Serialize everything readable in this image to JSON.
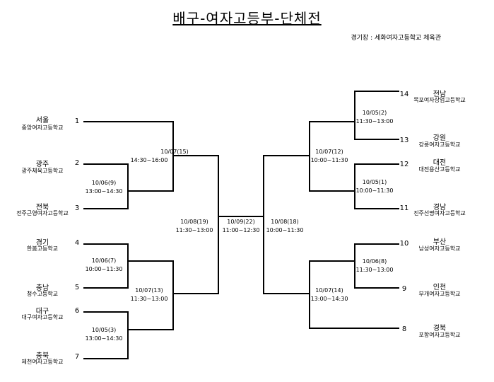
{
  "title": "배구-여자고등부-단체전",
  "venue": "경기장 : 세화여자고등학교 체육관",
  "left_teams": [
    {
      "seed": "1",
      "name": "서울",
      "school": "중앙여자고등학교"
    },
    {
      "seed": "2",
      "name": "광주",
      "school": "광주체육고등학교"
    },
    {
      "seed": "3",
      "name": "전북",
      "school": "전주근영여자고등학교"
    },
    {
      "seed": "4",
      "name": "경기",
      "school": "한봄고등학교"
    },
    {
      "seed": "5",
      "name": "충남",
      "school": "청수고등학교"
    },
    {
      "seed": "6",
      "name": "대구",
      "school": "대구여자고등학교"
    },
    {
      "seed": "7",
      "name": "충북",
      "school": "제천여자고등학교"
    }
  ],
  "right_teams": [
    {
      "seed": "14",
      "name": "전남",
      "school": "목포여자상업고등학교"
    },
    {
      "seed": "13",
      "name": "강원",
      "school": "강릉여자고등학교"
    },
    {
      "seed": "12",
      "name": "대전",
      "school": "대전용산고등학교"
    },
    {
      "seed": "11",
      "name": "경남",
      "school": "진주선명여자고등학교"
    },
    {
      "seed": "10",
      "name": "부산",
      "school": "남성여자고등학교"
    },
    {
      "seed": "9",
      "name": "인천",
      "school": "부개여자고등학교"
    },
    {
      "seed": "8",
      "name": "경북",
      "school": "포항여자고등학교"
    }
  ],
  "matches": {
    "l_r1_a": {
      "date": "10/06(9)",
      "time": "13:00~14:30"
    },
    "l_r1_b": {
      "date": "10/06(7)",
      "time": "10:00~11:30"
    },
    "l_r1_c": {
      "date": "10/05(3)",
      "time": "13:00~14:30"
    },
    "l_r2_a": {
      "date": "10/07(15)",
      "time": "14:30~16:00"
    },
    "l_r2_b": {
      "date": "10/07(13)",
      "time": "11:30~13:00"
    },
    "l_semi": {
      "date": "10/08(19)",
      "time": "11:30~13:00"
    },
    "final": {
      "date": "10/09(22)",
      "time": "11:00~12:30"
    },
    "r_semi": {
      "date": "10/08(18)",
      "time": "10:00~11:30"
    },
    "r_r2_a": {
      "date": "10/07(12)",
      "time": "10:00~11:30"
    },
    "r_r2_b": {
      "date": "10/07(14)",
      "time": "13:00~14:30"
    },
    "r_r1_a": {
      "date": "10/05(2)",
      "time": "11:30~13:00"
    },
    "r_r1_b": {
      "date": "10/05(1)",
      "time": "10:00~11:30"
    },
    "r_r1_c": {
      "date": "10/06(8)",
      "time": "11:30~13:00"
    }
  }
}
